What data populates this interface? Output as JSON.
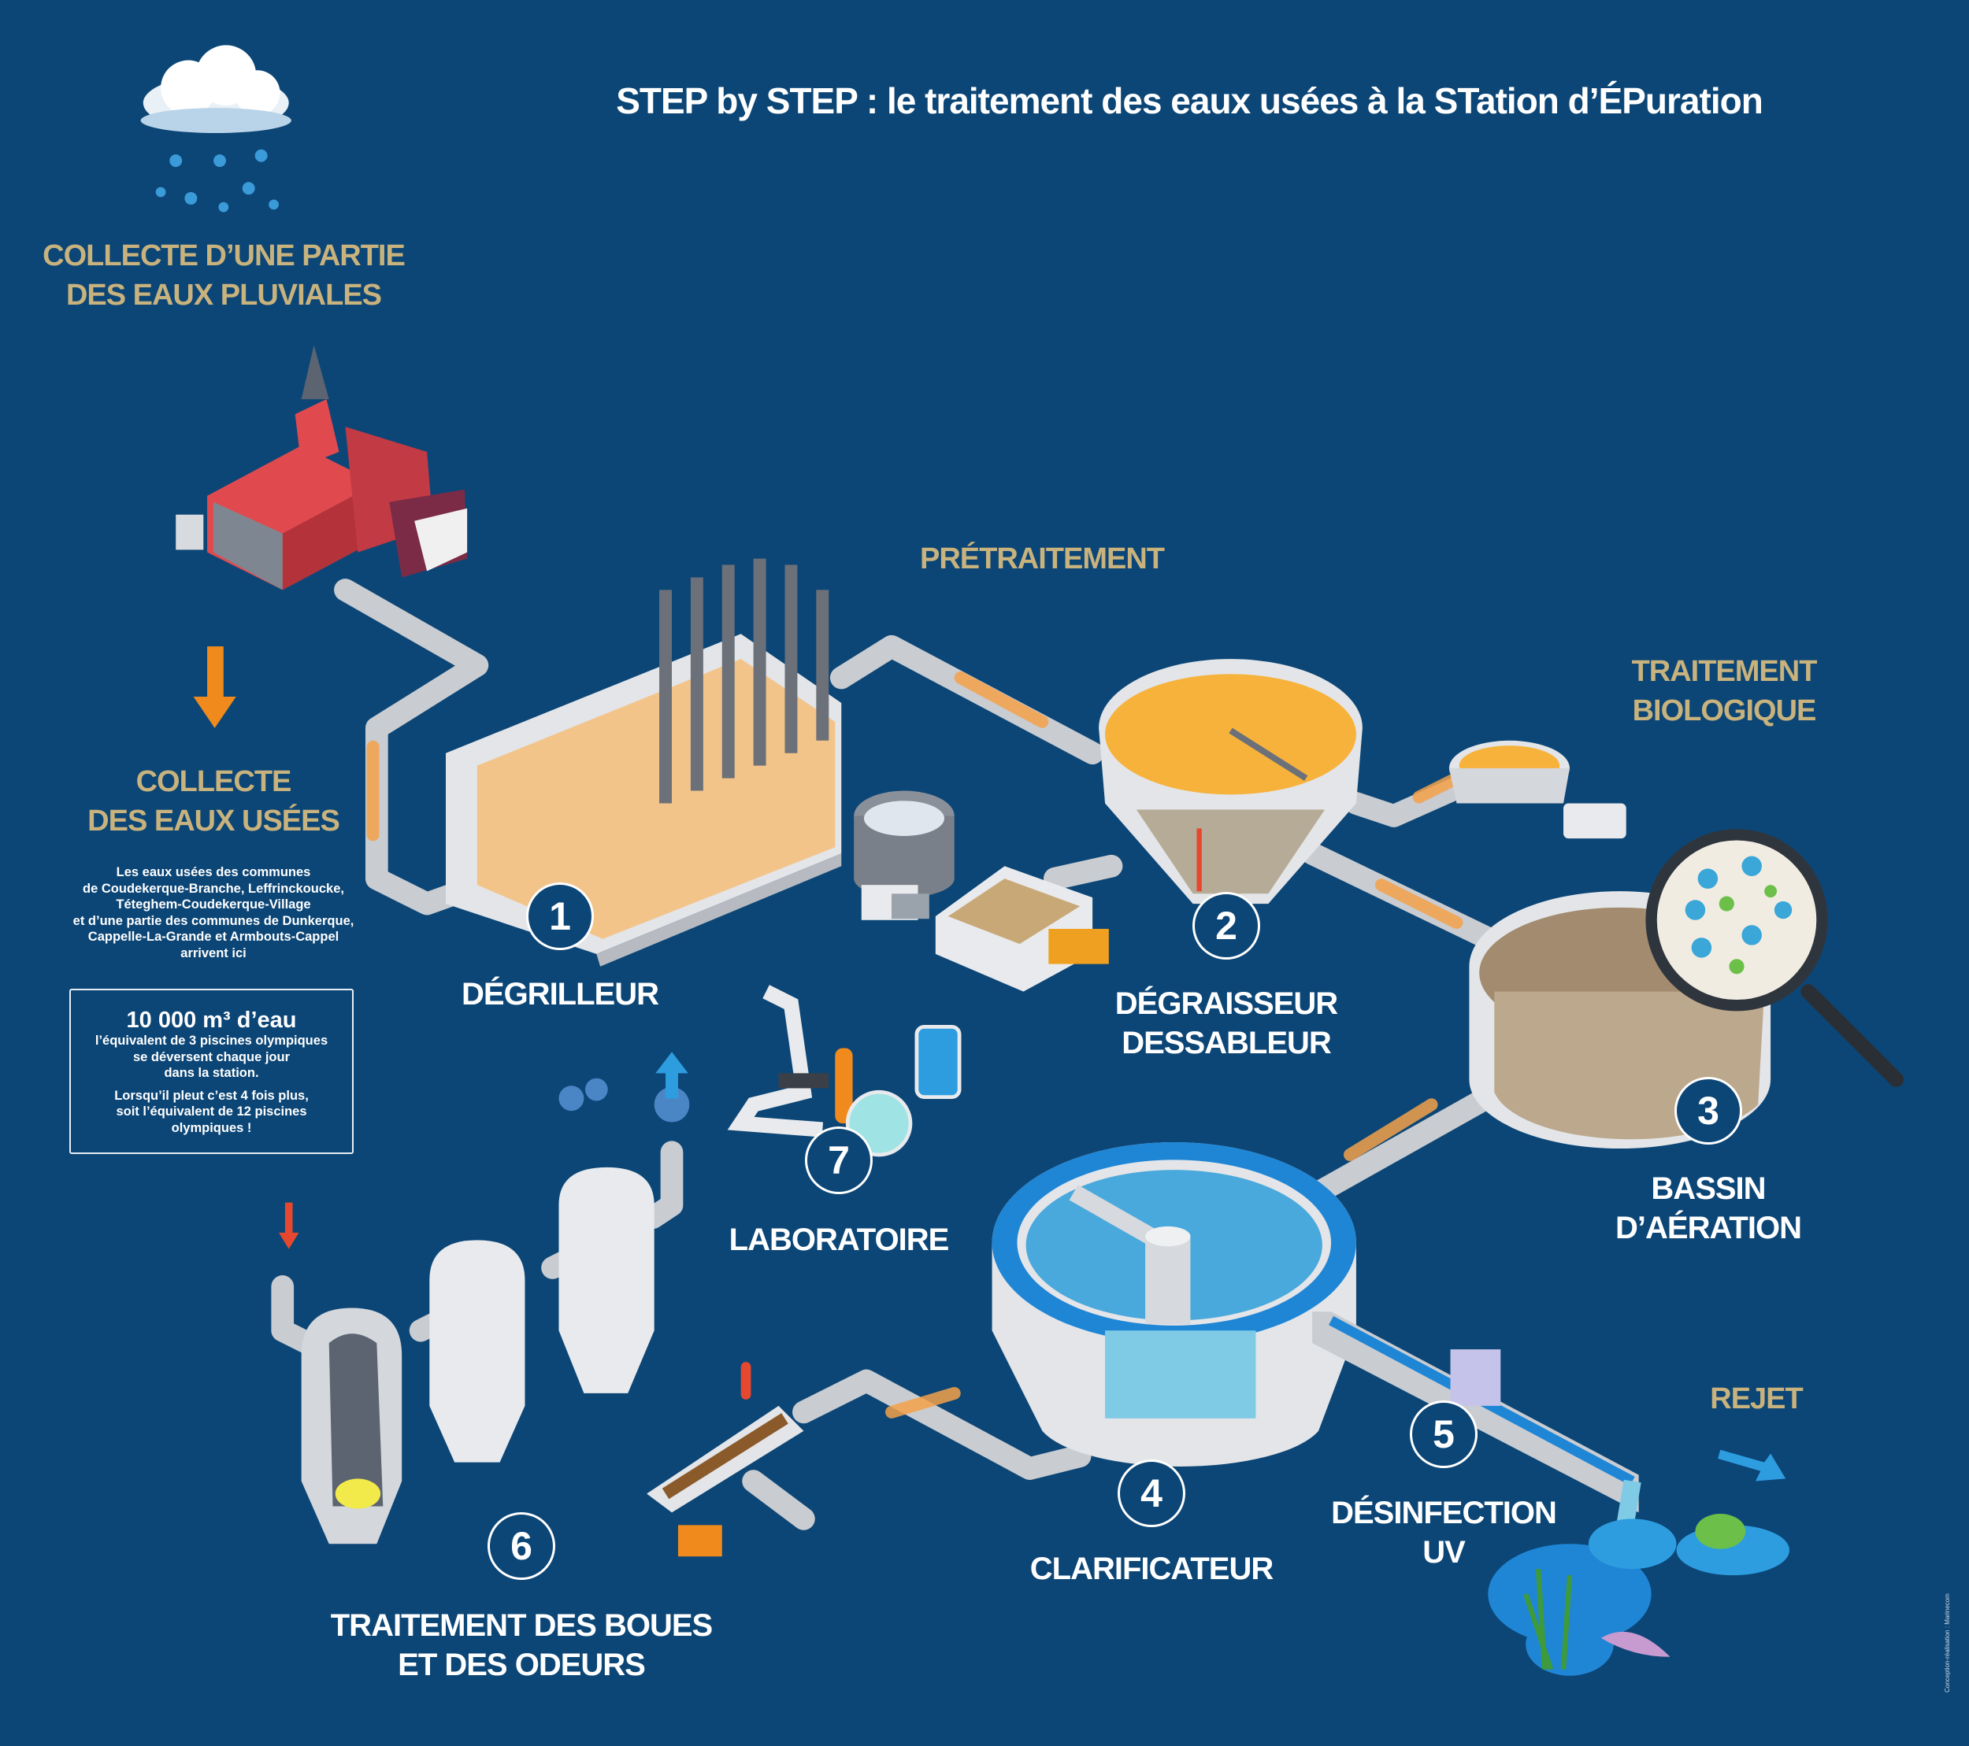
{
  "title": "STEP by STEP : le traitement des eaux usées à la STation d’ÉPuration",
  "collecte_pluviales": [
    "COLLECTE D’UNE PARTIE",
    "DES EAUX PLUVIALES"
  ],
  "collecte_usees": {
    "heading": [
      "COLLECTE",
      "DES EAUX USÉES"
    ],
    "paragraph": [
      "Les eaux usées des communes",
      "de Coudekerque-Branche, Leffrinckoucke,",
      "Téteghem-Coudekerque-Village",
      "et d’une partie des communes de Dunkerque,",
      "Cappelle-La-Grande et Armbouts-Cappel",
      "arrivent ici"
    ]
  },
  "infobox": {
    "headline": "10 000 m³ d’eau",
    "lines_a": [
      "l’équivalent de 3 piscines olympiques",
      "se déversent chaque jour",
      "dans la station."
    ],
    "lines_b": [
      "Lorsqu’il pleut c’est 4 fois plus,",
      "soit l’équivalent de 12 piscines",
      "olympiques !"
    ]
  },
  "sections": {
    "pretraitement": "PRÉTRAITEMENT",
    "traitement_biologique": [
      "TRAITEMENT",
      "BIOLOGIQUE"
    ],
    "rejet": "REJET"
  },
  "steps": [
    {
      "number": "1",
      "label": [
        "DÉGRILLEUR"
      ]
    },
    {
      "number": "2",
      "label": [
        "DÉGRAISSEUR",
        "DESSABLEUR"
      ]
    },
    {
      "number": "3",
      "label": [
        "BASSIN",
        "D’AÉRATION"
      ]
    },
    {
      "number": "4",
      "label": [
        "CLARIFICATEUR"
      ]
    },
    {
      "number": "5",
      "label": [
        "DÉSINFECTION",
        "UV"
      ]
    },
    {
      "number": "6",
      "label": [
        "TRAITEMENT DES BOUES",
        "ET DES ODEURS"
      ]
    },
    {
      "number": "7",
      "label": [
        "LABORATOIRE"
      ]
    }
  ],
  "credit": "Conception-réalisation : Marinecom",
  "colors": {
    "background": "#0c4676",
    "gold": "#c8b27d",
    "pipe": "#c9ccd1",
    "arrow": "#f08a1c",
    "water": "#3b9ad8"
  }
}
